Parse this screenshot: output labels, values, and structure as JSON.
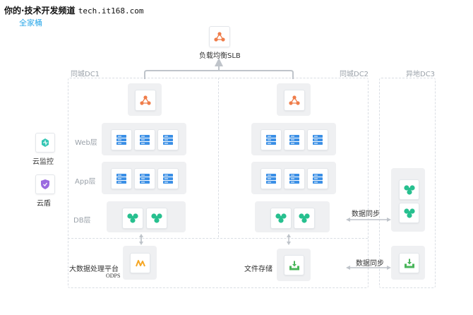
{
  "watermark": {
    "site": "你的·技术开发频道",
    "url": "tech.it168.com"
  },
  "subtitle": "全家桶",
  "slb": {
    "label": "负载均衡SLB"
  },
  "zones": {
    "dc1": "同城DC1",
    "dc2": "同城DC2",
    "dc3": "异地DC3"
  },
  "layers": {
    "web": "Web层",
    "app": "App层",
    "db": "DB层"
  },
  "side_services": [
    {
      "label": "云监控",
      "icon": "monitor-icon"
    },
    {
      "label": "云盾",
      "icon": "shield-icon"
    }
  ],
  "bottom": {
    "bigdata": "大数据处理平台",
    "odps": "ODPS",
    "file_storage": "文件存储"
  },
  "sync": {
    "db_sync": "数据同步",
    "file_sync": "数据同步"
  },
  "colors": {
    "slb": "#ef7d4a",
    "server": "#3a8fe6",
    "db": "#27c08f",
    "monitor": "#35c6b4",
    "shield": "#9b6be0",
    "bigdata": "#f5a623",
    "storage": "#49b55a",
    "subtitle": "#2aa7e8"
  }
}
